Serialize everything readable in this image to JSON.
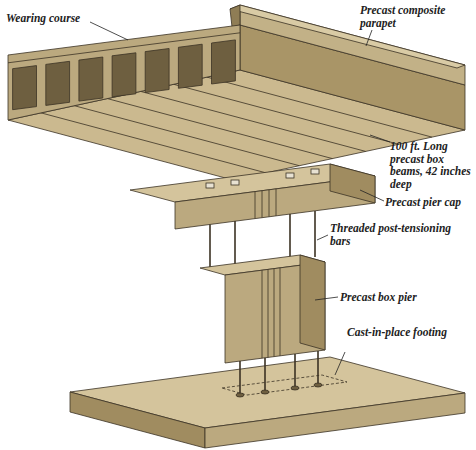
{
  "diagram": {
    "labels": [
      "Wearing course",
      "Precast composite parapet",
      "100 ft. Long precast box beams, 42 inches deep",
      "Precast pier cap",
      "Threaded post-tensioning bars",
      "Precast box pier",
      "Cast-in-place footing"
    ]
  }
}
